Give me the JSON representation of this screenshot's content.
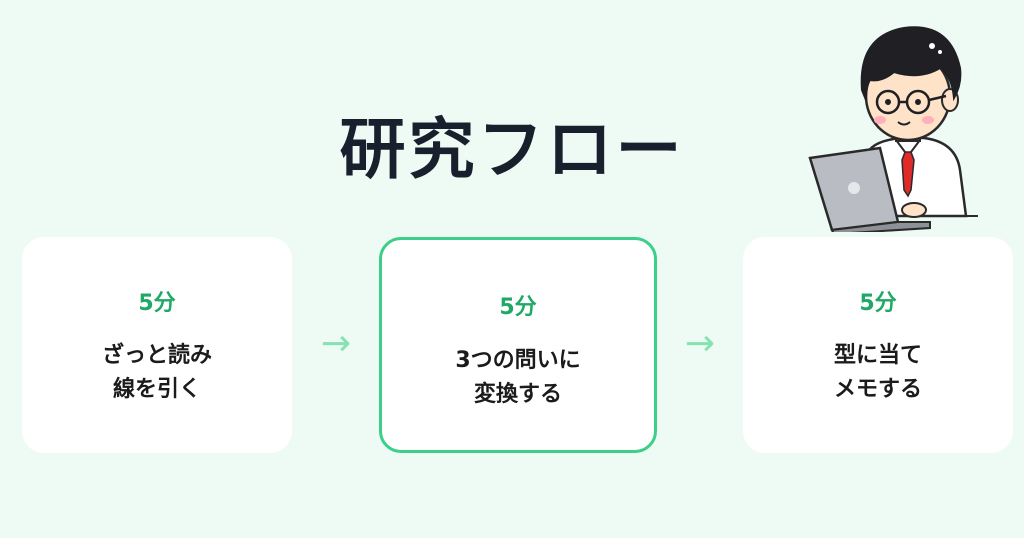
{
  "title": "研究フロー",
  "steps": [
    {
      "time": "5分",
      "line1": "ざっと読み",
      "line2": "線を引く"
    },
    {
      "time": "5分",
      "line1": "3つの問いに",
      "line2": "変換する"
    },
    {
      "time": "5分",
      "line1": "型に当て",
      "line2": "メモする"
    }
  ],
  "arrow_glyph": "→",
  "colors": {
    "background": "#edfbf4",
    "accent": "#1fa866",
    "highlight_border": "#3ccf8a",
    "arrow": "#86e2b0"
  },
  "illustration": {
    "subject": "man-with-glasses-and-laptop"
  }
}
